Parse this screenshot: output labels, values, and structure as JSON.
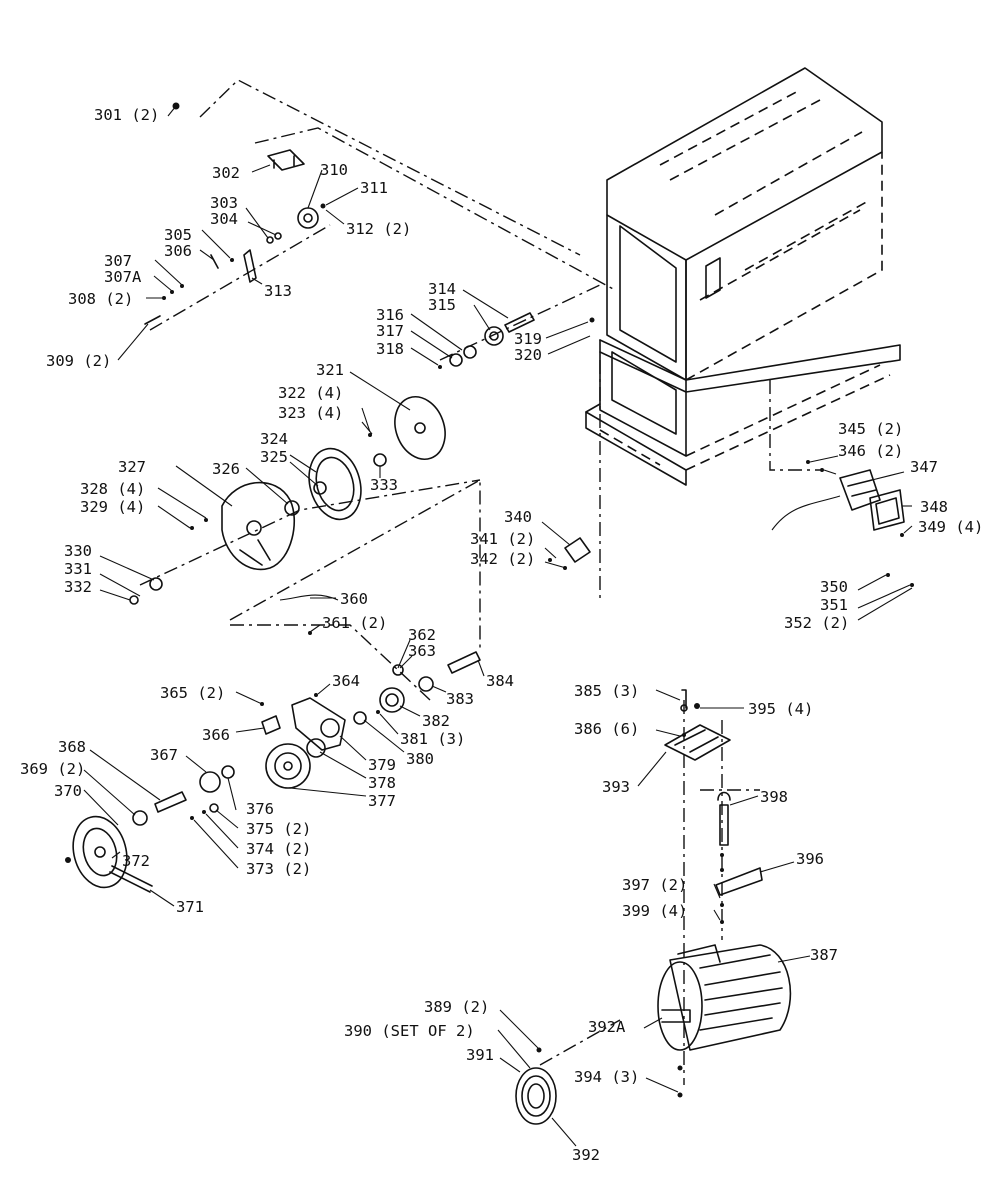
{
  "labels": {
    "p301": "301 (2)",
    "p302": "302",
    "p303": "303",
    "p304": "304",
    "p305": "305",
    "p306": "306",
    "p307": "307",
    "p307a": "307A",
    "p308": "308 (2)",
    "p309": "309 (2)",
    "p310": "310",
    "p311": "311",
    "p312": "312 (2)",
    "p313": "313",
    "p314": "314",
    "p315": "315",
    "p316": "316",
    "p317": "317",
    "p318": "318",
    "p319": "319",
    "p320": "320",
    "p321": "321",
    "p322": "322 (4)",
    "p323": "323 (4)",
    "p324": "324",
    "p325": "325",
    "p326": "326",
    "p327": "327",
    "p328": "328 (4)",
    "p329": "329 (4)",
    "p330": "330",
    "p331": "331",
    "p332": "332",
    "p333": "333",
    "p340": "340",
    "p341": "341 (2)",
    "p342": "342 (2)",
    "p345": "345 (2)",
    "p346": "346 (2)",
    "p347": "347",
    "p348": "348",
    "p349": "349 (4)",
    "p350": "350",
    "p351": "351",
    "p352": "352 (2)",
    "p360": "360",
    "p361": "361 (2)",
    "p362": "362",
    "p363": "363",
    "p364": "364",
    "p365": "365 (2)",
    "p366": "366",
    "p367": "367",
    "p368": "368",
    "p369": "369 (2)",
    "p370": "370",
    "p371": "371",
    "p372": "372",
    "p373": "373 (2)",
    "p374": "374 (2)",
    "p375": "375 (2)",
    "p376": "376",
    "p377": "377",
    "p378": "378",
    "p379": "379",
    "p380": "380",
    "p381": "381 (3)",
    "p382": "382",
    "p383": "383",
    "p384": "384",
    "p385": "385 (3)",
    "p386": "386 (6)",
    "p387": "387",
    "p389": "389 (2)",
    "p390": "390 (SET OF 2)",
    "p391": "391",
    "p392": "392",
    "p392a": "392A",
    "p393": "393",
    "p394": "394 (3)",
    "p395": "395 (4)",
    "p396": "396",
    "p397": "397 (2)",
    "p398": "398",
    "p399": "399 (4)"
  },
  "colors": {
    "ink": "#111111",
    "paper": "#ffffff"
  }
}
